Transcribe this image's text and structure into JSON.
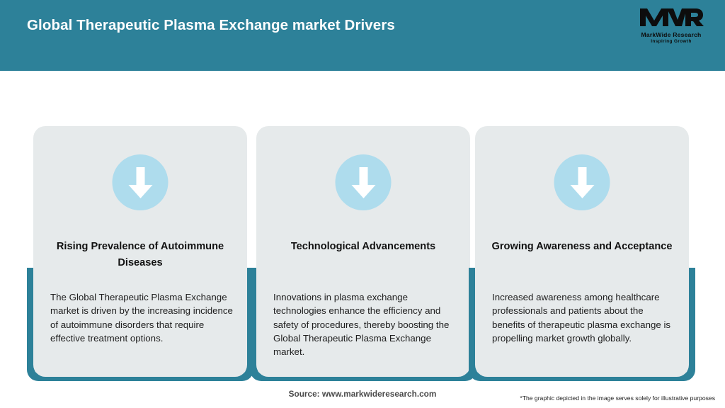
{
  "header": {
    "title": "Global Therapeutic Plasma Exchange market Drivers",
    "background_color": "#2d8199",
    "title_color": "#ffffff",
    "logo": {
      "mark": "MWR",
      "name": "MarkWide Research",
      "tagline": "Inspiring Growth"
    }
  },
  "theme": {
    "accent_teal": "#2d8199",
    "card_background": "#e6eaeb",
    "icon_circle": "#aedced",
    "arrow_color": "#ffffff",
    "heading_color": "#121212",
    "body_color": "#202020"
  },
  "cards": [
    {
      "icon": "arrow-down-icon",
      "heading": "Rising Prevalence of Autoimmune Diseases",
      "body": "The Global Therapeutic Plasma Exchange market is driven by the increasing incidence of autoimmune disorders that require effective treatment options."
    },
    {
      "icon": "arrow-down-icon",
      "heading": "Technological Advancements",
      "body": "Innovations in plasma exchange technologies enhance the efficiency and safety of procedures, thereby boosting the Global Therapeutic Plasma Exchange market."
    },
    {
      "icon": "arrow-down-icon",
      "heading": "Growing Awareness and Acceptance",
      "body": "Increased awareness among healthcare professionals and patients about the benefits of therapeutic plasma exchange is propelling market growth globally."
    }
  ],
  "footer": {
    "source": "Source: www.markwideresearch.com",
    "disclaimer": "*The graphic depicted in the image serves solely for illustrative purposes"
  }
}
